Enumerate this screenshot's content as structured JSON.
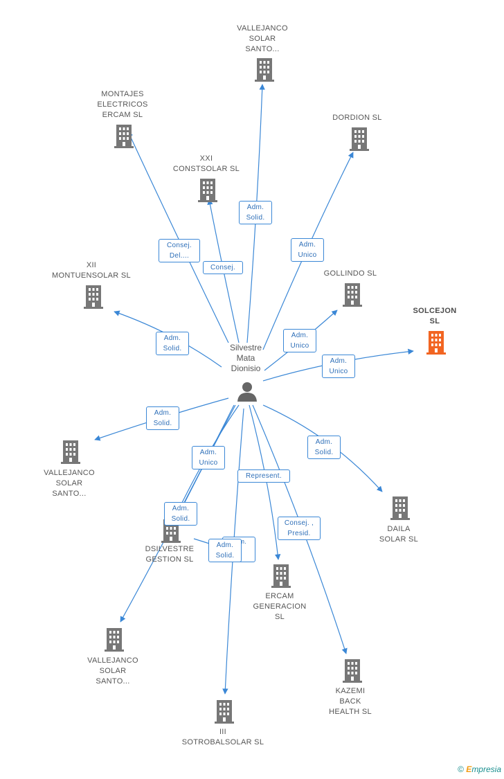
{
  "center": {
    "label": "Silvestre\nMata\nDionisio"
  },
  "colors": {
    "edge": "#3a87d6",
    "building": "#777777",
    "highlight": "#f26522",
    "role_text": "#2e6fb8"
  },
  "nodes": [
    {
      "id": "vallejanco-top",
      "label": "VALLEJANCO\nSOLAR\nSANTO...",
      "highlight": false
    },
    {
      "id": "montajes",
      "label": "MONTAJES\nELECTRICOS\nERCAM SL",
      "highlight": false
    },
    {
      "id": "dordion",
      "label": "DORDION  SL",
      "highlight": false
    },
    {
      "id": "xxi",
      "label": "XXI\nCONSTSOLAR SL",
      "highlight": false
    },
    {
      "id": "xii",
      "label": "XII\nMONTUENSOLAR SL",
      "highlight": false
    },
    {
      "id": "gollindo",
      "label": "GOLLINDO  SL",
      "highlight": false
    },
    {
      "id": "solcejon",
      "label": "SOLCEJON\nSL",
      "highlight": true
    },
    {
      "id": "vallejanco-left",
      "label": "VALLEJANCO\nSOLAR\nSANTO...",
      "highlight": false
    },
    {
      "id": "daila",
      "label": "DAILA\nSOLAR SL",
      "highlight": false
    },
    {
      "id": "dsilvestre",
      "label": "DSILVESTRE\nGESTION  SL",
      "highlight": false
    },
    {
      "id": "ercam",
      "label": "ERCAM\nGENERACION\nSL",
      "highlight": false
    },
    {
      "id": "vallejanco-bottom",
      "label": "VALLEJANCO\nSOLAR\nSANTO...",
      "highlight": false
    },
    {
      "id": "kazemi",
      "label": "KAZEMI\nBACK\nHEALTH SL",
      "highlight": false
    },
    {
      "id": "sotrobal",
      "label": "III\nSOTROBALSOLAR SL",
      "highlight": false
    }
  ],
  "roles": [
    {
      "id": "r-vallejanco-top",
      "label": "Adm.\nSolid."
    },
    {
      "id": "r-montajes",
      "label": "Consej.\nDel...."
    },
    {
      "id": "r-dordion",
      "label": "Adm.\nUnico"
    },
    {
      "id": "r-xxi",
      "label": "Consej."
    },
    {
      "id": "r-xii",
      "label": "Adm.\nSolid."
    },
    {
      "id": "r-gollindo",
      "label": "Adm.\nUnico"
    },
    {
      "id": "r-solcejon",
      "label": "Adm.\nUnico"
    },
    {
      "id": "r-vallejanco-left",
      "label": "Adm.\nSolid."
    },
    {
      "id": "r-daila",
      "label": "Adm.\nSolid."
    },
    {
      "id": "r-dsilvestre-1",
      "label": "Adm.\nUnico"
    },
    {
      "id": "r-ercam",
      "label": "Represent."
    },
    {
      "id": "r-vallejanco-bottom",
      "label": "Adm.\nSolid."
    },
    {
      "id": "r-kazemi",
      "label": "Consej. ,\nPresid."
    },
    {
      "id": "r-sotrobal-under",
      "label": "Adm.\no\n..."
    },
    {
      "id": "r-sotrobal",
      "label": "Adm.\nSolid."
    }
  ],
  "footer": {
    "copyright": "©",
    "brand_e": "E",
    "brand_rest": "mpresia"
  }
}
